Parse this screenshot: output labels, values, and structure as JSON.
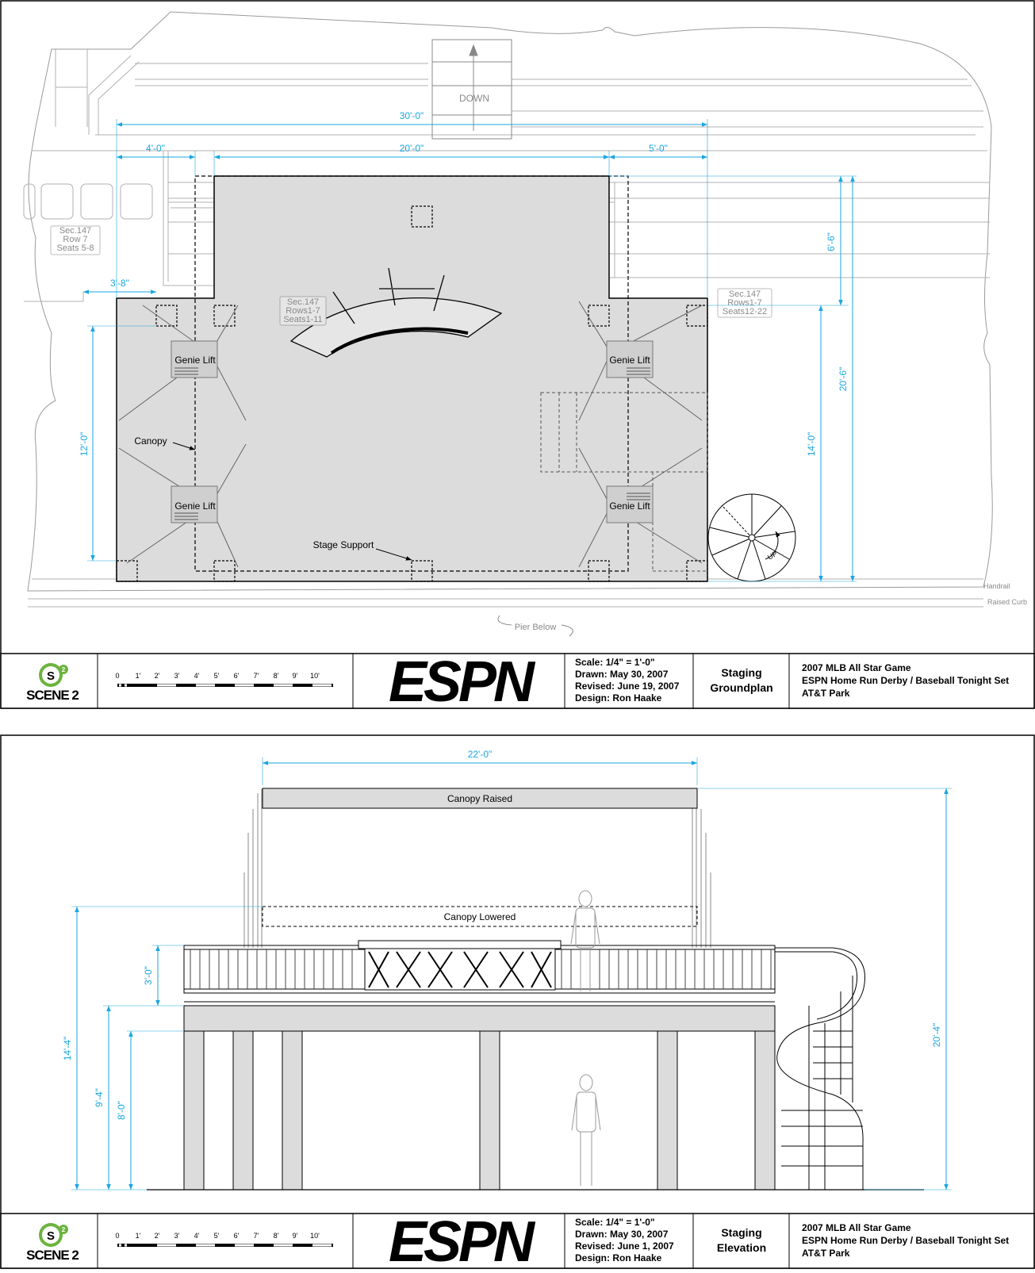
{
  "plan": {
    "down_label": "DOWN",
    "dims": {
      "overall_width": "30'-0\"",
      "left_offset": "4'-0\"",
      "stage_width": "20'-0\"",
      "right_offset": "5'-0\"",
      "side_step": "3'-8\"",
      "left_depth": "12'-0\"",
      "back_depth": "6'-6\"",
      "front_depth": "14'-0\"",
      "total_depth": "20'-6\""
    },
    "seats_left": [
      "Sec.147",
      "Row 7",
      "Seats 5-8"
    ],
    "seats_center": [
      "Sec.147",
      "Rows1-7",
      "Seats1-11"
    ],
    "seats_right": [
      "Sec.147",
      "Rows1-7",
      "Seats12-22"
    ],
    "genie_lift": "Genie Lift",
    "canopy": "Canopy",
    "stage_support": "Stage Support",
    "stair_up": "UP",
    "pier_below": "Pier Below",
    "handrail": "Handrail",
    "raised_curb": "Raised Curb"
  },
  "elevation": {
    "dims": {
      "canopy_width": "22'-0\"",
      "total_height": "20'-4\"",
      "canopy_lowered_height": "14'-4\"",
      "deck_height": "9'-4\"",
      "clearance": "8'-0\"",
      "rail_height": "3'-0\""
    },
    "canopy_raised": "Canopy Raised",
    "canopy_lowered": "Canopy Lowered"
  },
  "title_blocks": [
    {
      "logo_mark": "S",
      "logo_sup": "2",
      "logo_text": "SCENE 2",
      "scale_ticks": [
        "0",
        "1'",
        "2'",
        "3'",
        "4'",
        "5'",
        "6'",
        "7'",
        "8'",
        "9'",
        "10'"
      ],
      "brand": "ESPN",
      "scale": "Scale:  1/4\" = 1'-0\"",
      "drawn": "Drawn:  May 30, 2007",
      "revised": "Revised:  June 19, 2007",
      "design": "Design:  Ron Haake",
      "sheet_line1": "Staging",
      "sheet_line2": "Groundplan",
      "project_line1": "2007 MLB All Star Game",
      "project_line2": "ESPN Home Run Derby / Baseball Tonight Set",
      "project_line3": "AT&T Park"
    },
    {
      "logo_mark": "S",
      "logo_sup": "2",
      "logo_text": "SCENE 2",
      "scale_ticks": [
        "0",
        "1'",
        "2'",
        "3'",
        "4'",
        "5'",
        "6'",
        "7'",
        "8'",
        "9'",
        "10'"
      ],
      "brand": "ESPN",
      "scale": "Scale:  1/4\" = 1'-0\"",
      "drawn": "Drawn:  May 30, 2007",
      "revised": "Revised:  June 1, 2007",
      "design": "Design:  Ron Haake",
      "sheet_line1": "Staging",
      "sheet_line2": "Elevation",
      "project_line1": "2007 MLB All Star Game",
      "project_line2": "ESPN Home Run Derby / Baseball Tonight Set",
      "project_line3": "AT&T Park"
    }
  ],
  "colors": {
    "dimension": "#1aa6e0",
    "stage_fill": "#dcdcdc",
    "logo_green": "#6cb33f"
  }
}
